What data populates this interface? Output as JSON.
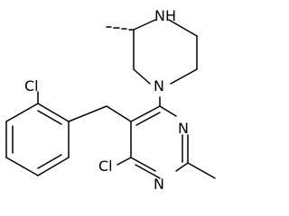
{
  "molecule": {
    "atoms": {
      "nh": "NH",
      "n_piperazine": "N",
      "n_pyrimidine_upper": "N",
      "n_pyrimidine_lower": "N",
      "cl_aryl": "Cl",
      "cl_pyrimidine": "Cl"
    },
    "colors": {
      "ink": "#000000",
      "background": "#ffffff"
    }
  }
}
